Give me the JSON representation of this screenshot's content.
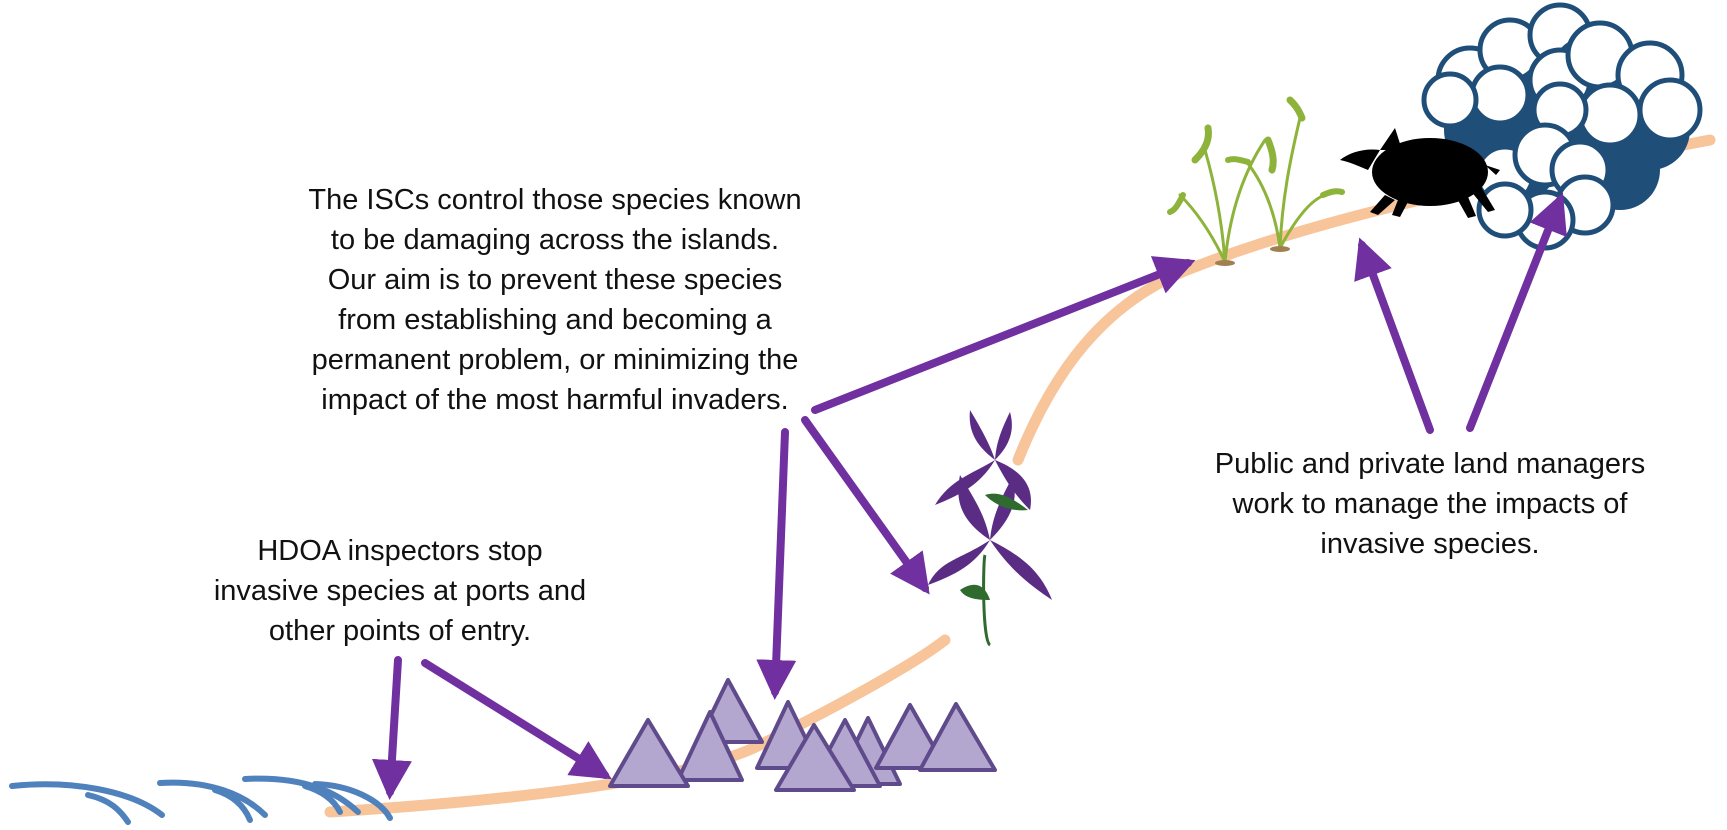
{
  "captions": {
    "isc": "The ISCs control those species known\nto be damaging across the islands.\nOur aim is to prevent these species\nfrom establishing and becoming a\npermanent problem, or minimizing the\nimpact of the most harmful invaders.",
    "hdoa": "HDOA inspectors stop\ninvasive species at ports and\nother points of entry.",
    "land": "Public and private land managers\nwork to manage the impacts of\ninvasive species."
  },
  "colors": {
    "curve": "#f8c49a",
    "arrow": "#7030a0",
    "waves": "#4f81bd",
    "triangle_fill": "#b4a7cf",
    "triangle_stroke": "#5f4b8b",
    "cloud_dark": "#1f4e79",
    "cloud_outline": "#1f4e79",
    "grass": "#8db33a",
    "flower": "#5b2c83",
    "flower_leaf": "#2f6b2f",
    "boar": "#000000"
  },
  "icons": [
    "wave-icon",
    "triangle-icon",
    "flower-icon",
    "grass-icon",
    "boar-icon",
    "cloud-icon"
  ]
}
